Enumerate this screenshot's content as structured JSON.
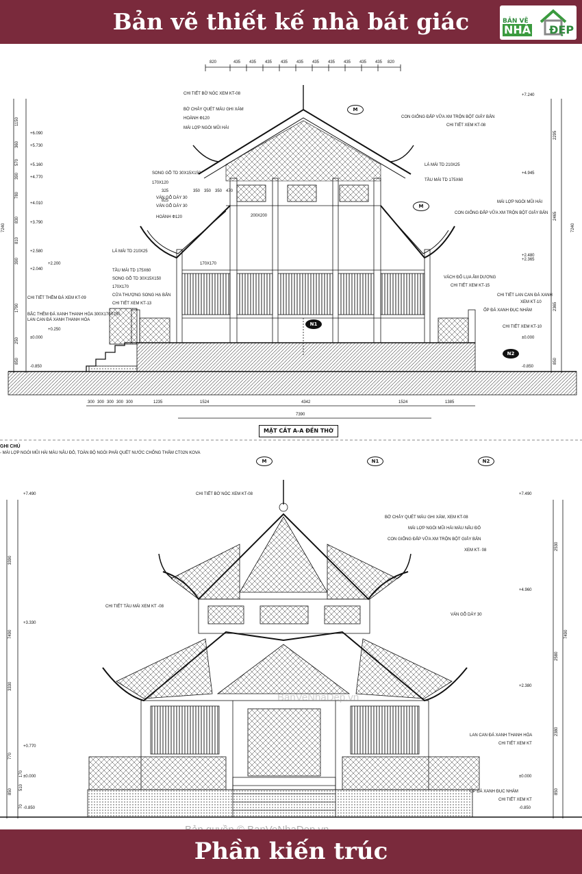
{
  "header": {
    "title": "Bản vẽ thiết kế nhà bát giác"
  },
  "logo": {
    "top": "BẢN VẼ",
    "mid": "NHÀ",
    "right": "ĐẸP"
  },
  "footer": {
    "title": "Phần kiến trúc"
  },
  "section": {
    "caption": "MẶT CẮT A-A ĐỀN THỜ",
    "top_dims": [
      "820",
      "435",
      "435",
      "435",
      "435",
      "435",
      "435",
      "435",
      "435",
      "435",
      "435",
      "820"
    ],
    "bottom_dims": [
      "300",
      "300",
      "300",
      "300",
      "300",
      "1235",
      "1524",
      "4342",
      "1524",
      "1385"
    ],
    "total_dim": "7390",
    "levels_left": [
      "+6.090",
      "+5.730",
      "+5.160",
      "+4.770",
      "+4.010",
      "+3.790",
      "+2.580",
      "+2.200",
      "+2.040",
      "+0.250",
      "±0.000",
      "-0.850"
    ],
    "levels_right": [
      "+7.240",
      "+4.945",
      "+2.480",
      "+2.365",
      "±0.000",
      "-0.850"
    ],
    "left_dims": [
      "1150",
      "360",
      "570",
      "390",
      "780",
      "830",
      "810",
      "390",
      "1790",
      "250",
      "850"
    ],
    "right_dims": [
      "2295",
      "2465",
      "2365",
      "850"
    ],
    "side_total": "7240",
    "labels": [
      "CHI TIẾT BỜ NÓC XEM KT-08",
      "BỜ CHẢY QUÉT MÀU GHI XÁM",
      "HOÀNH Ф120",
      "MÁI LỢP NGÓI MŨI HÀI",
      "SONG GỖ TD 30X15X150",
      "170X120",
      "VÁN GỖ DÀY 30",
      "VÁN GỖ DÀY 30",
      "HOÀNH Ф120",
      "LÁ MÁI TD 210X25",
      "TẦU MÁI TD 175X60",
      "SONG GỖ TD 30X15X150",
      "170X170",
      "CỬA THƯỢNG SONG HẠ BẢN",
      "CHI TIẾT XEM KT-13",
      "CHI TIẾT THỀM ĐÁ XEM KT-09",
      "BẬC THỀM ĐÁ XANH THANH HÓA 300X170X750",
      "LAN CAN ĐÁ XANH THANH HÓA",
      "CON GIỐNG ĐẮP VỮA XM TRỘN BỘT GIẤY BẢN",
      "CHI TIẾT XEM KT-08",
      "LÁ MÁI TD 210X25",
      "TẦU MÁI TD 175X60",
      "MÁI LỢP NGÓI MŨI HÀI",
      "CON GIỐNG ĐẮP VỮA XM TRỘN BỘT GIẤY BẢN",
      "VÁCH ĐỐ LỤA ÂM DƯƠNG",
      "CHI TIẾT XEM KT-15",
      "CHI TIẾT LAN CAN ĐÁ XANH",
      "XEM KT-10",
      "ỐP ĐÁ XANH ĐỤC NHÁM",
      "CHI TIẾT XEM KT-10"
    ],
    "inner_labels": [
      "200X200",
      "170X170",
      "350",
      "350",
      "350",
      "470",
      "825",
      "325"
    ]
  },
  "notes": {
    "title": "GHI CHÚ",
    "line1": "- MÁI LỢP NGÓI MŨI HÀI MÀU NÂU ĐỎ, TOÀN BỘ NGÓI PHẢI QUÉT NƯỚC CHỐNG THẤM CT02N KOVA"
  },
  "markers": {
    "m": "M",
    "n1": "N1",
    "n2": "N2"
  },
  "elevation": {
    "levels_left": [
      "+7.490",
      "+3.330",
      "+0.770",
      "±0.000",
      "-0.850"
    ],
    "levels_right": [
      "+7.490",
      "+4.960",
      "+2.380",
      "±0.000",
      "-0.850"
    ],
    "left_dims": [
      "3390",
      "7490",
      "3330",
      "770",
      "170",
      "510",
      "850",
      "70"
    ],
    "right_dims": [
      "2530",
      "7490",
      "2580",
      "2380",
      "850"
    ],
    "labels": [
      "CHI TIẾT BỜ NÓC XEM KT-08",
      "BỜ CHẢY QUÉT MÀU GHI XÁM, XEM KT-08",
      "MÁI LỢP NGÓI MŨI HÀI MÀU NÂU ĐỎ",
      "CON GIỐNG ĐẮP VỮA XM TRỘN BỘT GIẤY BẢN",
      "XEM KT- 08",
      "CHI TIẾT TÀU MÁI XEM KT -08",
      "VÁN GỖ DÀY 30",
      "LAN CAN ĐÁ XANH THANH HÓA",
      "CHI TIẾT XEM KT",
      "ỐP ĐÁ XANH ĐỤC NHÁM",
      "CHI TIẾT XEM KT"
    ]
  },
  "watermark": "BanVeNhaDep.vn",
  "copyright": "Bản quyền © BanVeNhaDep.vn",
  "colors": {
    "banner": "#7a2a3c",
    "line": "#111111",
    "hatch": "#555555"
  }
}
